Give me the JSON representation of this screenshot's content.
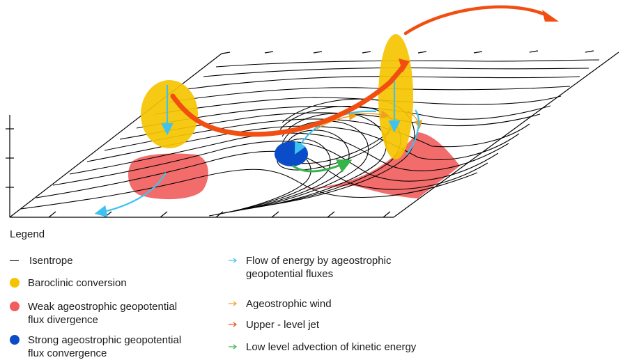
{
  "legend": {
    "title": "Legend",
    "items": [
      {
        "label": "Isentrope",
        "symbol": "line",
        "color": "#000000"
      },
      {
        "label": "Baroclinic conversion",
        "symbol": "dot",
        "color": "#F5C400"
      },
      {
        "label": "Weak ageostrophic geopotential\nflux divergence",
        "symbol": "dot",
        "color": "#F25C5C"
      },
      {
        "label": "Strong ageostrophic geopotential\nflux convergence",
        "symbol": "dot",
        "color": "#0B4CC8"
      },
      {
        "label": "Flow of energy by ageostrophic\ngeopotential fluxes",
        "symbol": "arrow",
        "color": "#3EC3F0"
      },
      {
        "label": "Ageostrophic wind",
        "symbol": "arrow",
        "color": "#F0A020"
      },
      {
        "label": "Upper - level jet",
        "symbol": "arrow",
        "color": "#F24E12"
      },
      {
        "label": "Low level advection of kinetic energy",
        "symbol": "arrow",
        "color": "#36B44A"
      }
    ]
  }
}
